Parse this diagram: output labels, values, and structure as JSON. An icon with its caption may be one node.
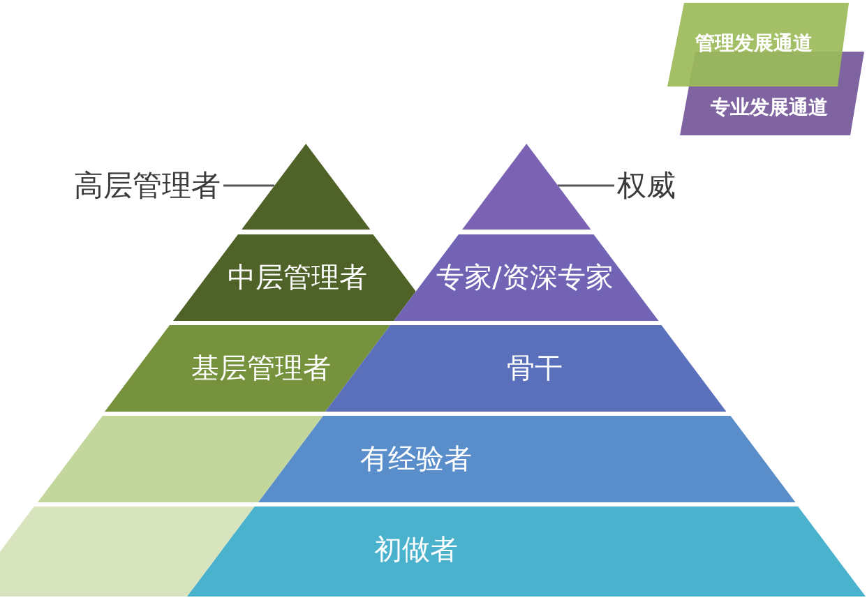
{
  "diagram": {
    "nodes": [
      {
        "text": [
          "高层管理者"
        ]
      },
      {
        "text": [],
        "shape": "triangle"
      },
      {
        "text": [
          "中层管理者"
        ]
      },
      {
        "text": [
          "基层管理者"
        ]
      },
      {
        "text": [],
        "shape": "band"
      },
      {
        "text": [],
        "shape": "band"
      },
      {
        "text": [],
        "shape": "triangle"
      },
      {
        "text": [
          "权威"
        ]
      },
      {
        "text": [
          "专家/资深专家"
        ]
      },
      {
        "text": [
          "骨干"
        ]
      },
      {
        "text": [
          "有经验者"
        ]
      },
      {
        "text": [
          "初做者"
        ]
      }
    ],
    "edges": [
      {
        "from": 0,
        "to": 1,
        "arrow": "none"
      },
      {
        "from": 7,
        "to": 6,
        "arrow": "none"
      }
    ],
    "legend": [
      {
        "text": "管理发展通道",
        "color": "#9bbb59"
      },
      {
        "text": "专业发展通道",
        "color": "#8064a2"
      }
    ]
  }
}
